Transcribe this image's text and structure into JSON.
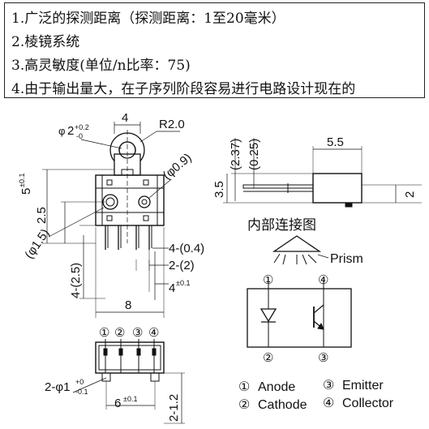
{
  "features": [
    "1.广泛的探测距离（探测距离：1至20毫米）",
    "2.棱镜系统",
    "3.高灵敏度(单位/n比率：75)",
    "4.由于输出量大，在子序列阶段容易进行电路设计现在的"
  ],
  "front_view": {
    "dim_top_width": "4",
    "dim_radius": "R2.0",
    "dim_hole_dia": "2",
    "dim_hole_tol_upper": "+0.2",
    "dim_hole_tol_lower": "-0",
    "dim_height": "5",
    "dim_height_tol": "±0.1",
    "dim_lens_small": "(φ0.9)",
    "dim_lens_large": "(φ1.5)",
    "dim_2_5": "2.5",
    "dim_4_0_4": "4-(0.4)",
    "dim_2_2": "2-(2)",
    "dim_4_2_5": "4-(2.5)",
    "dim_4_pin": "4",
    "dim_4_pin_tol": "±0.1",
    "dim_body_width": "8"
  },
  "side_view": {
    "dim_2_37": "(2.37)",
    "dim_0_25": "(0.25)",
    "dim_5_5": "5.5",
    "dim_3_5": "3.5",
    "dim_2": "2"
  },
  "bottom_view": {
    "pin_labels": [
      "①",
      "②",
      "③",
      "④"
    ],
    "dim_hole": "2-φ1",
    "dim_hole_tol_upper": "+0",
    "dim_hole_tol_lower": "-0.1",
    "dim_6": "6",
    "dim_6_tol": "±0.1",
    "dim_2_1_2": "2-1.2"
  },
  "internal": {
    "title": "内部连接图",
    "prism_label": "Prism",
    "pin_top_left": "①",
    "pin_top_right": "④",
    "pin_bottom_left": "②",
    "pin_bottom_right": "③"
  },
  "legend": [
    {
      "num": "①",
      "name": "Anode"
    },
    {
      "num": "③",
      "name": "Emitter"
    },
    {
      "num": "②",
      "name": "Cathode"
    },
    {
      "num": "④",
      "name": "Collector"
    }
  ]
}
